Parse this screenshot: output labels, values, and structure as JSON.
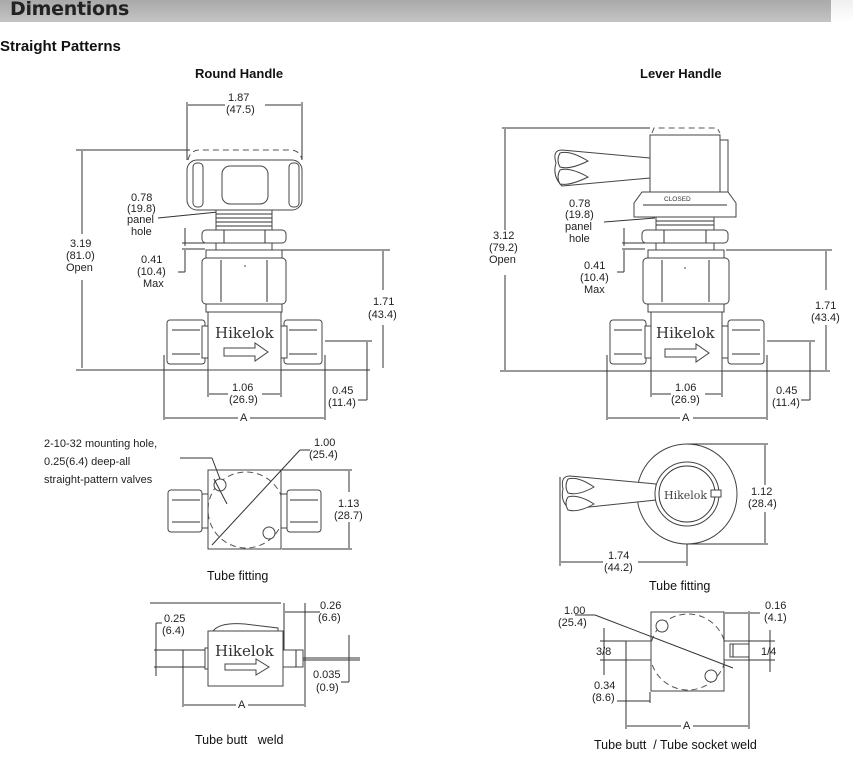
{
  "header": {
    "title": "Dimentions",
    "bar_color": "#b8b8b8"
  },
  "section": {
    "title": "Straight Patterns"
  },
  "brand": "Hikelok",
  "round_handle": {
    "title": "Round Handle",
    "handle_width": {
      "in": "1.87",
      "mm": "(47.5)"
    },
    "panel_hole": {
      "in": "0.78",
      "mm": "(19.8)",
      "l1": "panel",
      "l2": "hole"
    },
    "height_open": {
      "in": "3.19",
      "mm": "(81.0)",
      "note": "Open"
    },
    "panel_thickness": {
      "in": "0.41",
      "mm": "(10.4)",
      "note": "Max"
    },
    "body_height": {
      "in": "1.71",
      "mm": "(43.4)"
    },
    "body_width": {
      "in": "1.06",
      "mm": "(26.9)"
    },
    "centerline": {
      "in": "0.45",
      "mm": "(11.4)"
    },
    "overall": "A",
    "tube_fitting": {
      "note_l1": "2-10-32 mounting hole,",
      "note_l2": "0.25(6.4) deep-all",
      "note_l3": "straight-pattern valves",
      "hole_spacing": {
        "in": "1.00",
        "mm": "(25.4)"
      },
      "depth": {
        "in": "1.13",
        "mm": "(28.7)"
      },
      "caption": "Tube fitting"
    },
    "butt_weld": {
      "tube_od": {
        "in": "0.25",
        "mm": "(6.4)"
      },
      "stub": {
        "in": "0.26",
        "mm": "(6.6)"
      },
      "wall": {
        "in": "0.035",
        "mm": "(0.9)"
      },
      "overall": "A",
      "caption": "Tube butt   weld"
    }
  },
  "lever_handle": {
    "title": "Lever Handle",
    "marking": "CLOSED",
    "panel_hole": {
      "in": "0.78",
      "mm": "(19.8)",
      "l1": "panel",
      "l2": "hole"
    },
    "height_open": {
      "in": "3.12",
      "mm": "(79.2)",
      "note": "Open"
    },
    "panel_thickness": {
      "in": "0.41",
      "mm": "(10.4)",
      "note": "Max"
    },
    "body_height": {
      "in": "1.71",
      "mm": "(43.4)"
    },
    "body_width": {
      "in": "1.06",
      "mm": "(26.9)"
    },
    "centerline": {
      "in": "0.45",
      "mm": "(11.4)"
    },
    "overall": "A",
    "tube_fitting": {
      "diameter": {
        "in": "1.12",
        "mm": "(28.4)"
      },
      "reach": {
        "in": "1.74",
        "mm": "(44.2)"
      },
      "caption": "Tube fitting"
    },
    "socket_weld": {
      "hole_spacing": {
        "in": "1.00",
        "mm": "(25.4)"
      },
      "socket_depth": {
        "in": "0.16",
        "mm": "(4.1)"
      },
      "left_size": "3/8",
      "right_size": "1/4",
      "stub": {
        "in": "0.34",
        "mm": "(8.6)"
      },
      "overall": "A",
      "caption": "Tube butt  / Tube socket weld"
    }
  }
}
